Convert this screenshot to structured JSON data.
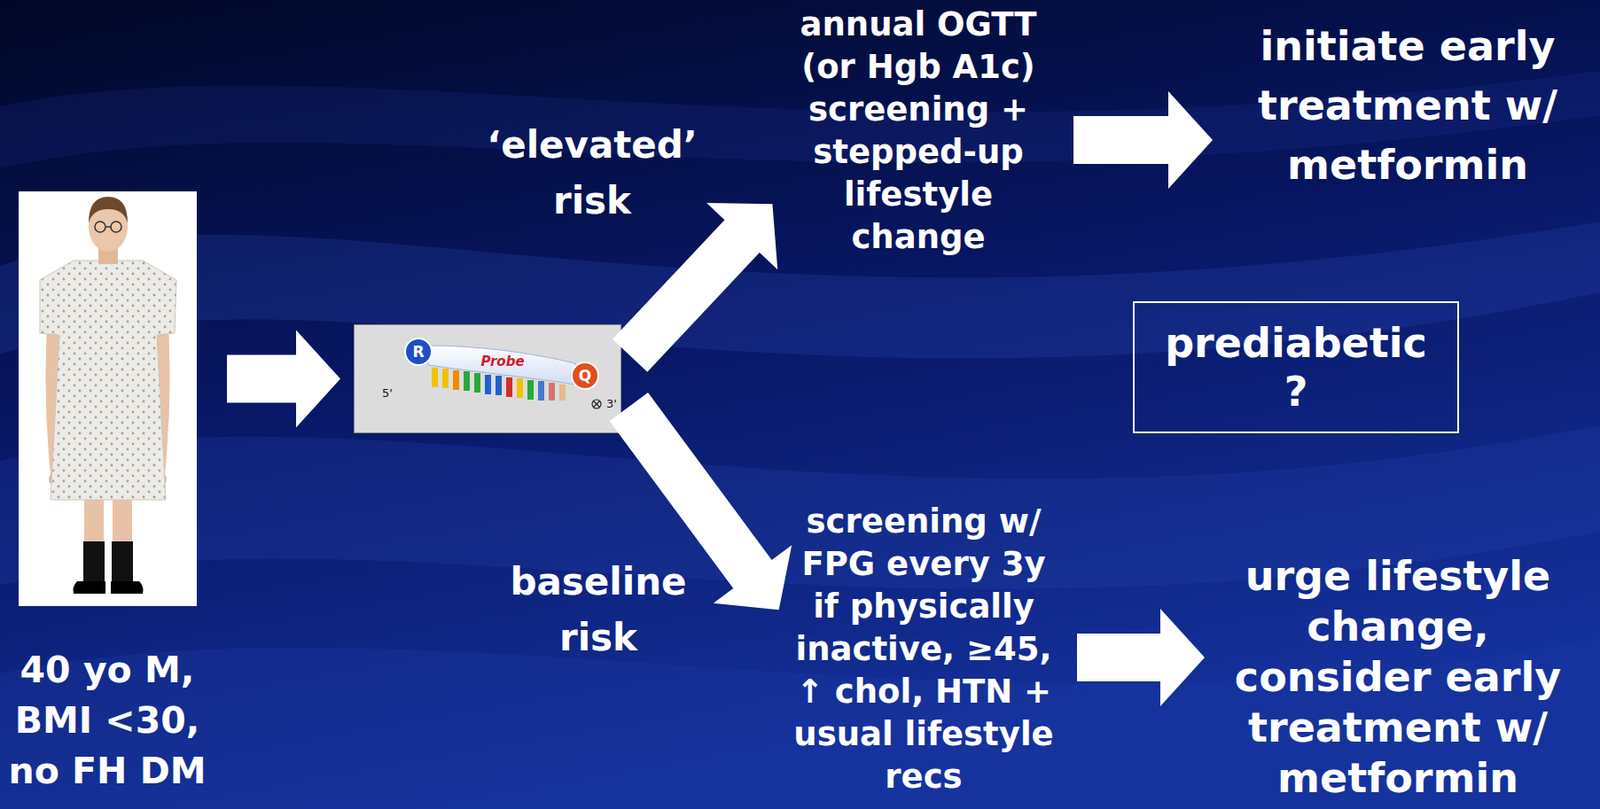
{
  "diagram": {
    "nodes": [
      {
        "text": [
          "40 yo M, BMI <30, no FH DM"
        ]
      },
      {
        "text": [
          "R",
          "Probe",
          "Q",
          "5'",
          "3'"
        ]
      },
      {
        "text": [
          "annual OGTT (or Hgb A1c) screening + stepped-up lifestyle change"
        ]
      },
      {
        "text": [
          "initiate early treatment w/ metformin"
        ]
      },
      {
        "text": [
          "prediabetic ?"
        ]
      },
      {
        "text": [
          "screening w/ FPG every 3y if physically inactive, ≥45, ↑ chol, HTN + usual lifestyle recs"
        ]
      },
      {
        "text": [
          "urge lifestyle change, consider early treatment w/ metformin"
        ]
      }
    ],
    "edges": [
      {
        "from": 0,
        "to": 1,
        "arrow": "to"
      },
      {
        "from": 1,
        "to": 2,
        "arrow": "to",
        "label": "‘elevated’ risk"
      },
      {
        "from": 1,
        "to": 5,
        "arrow": "to",
        "label": "baseline risk"
      },
      {
        "from": 2,
        "to": 3,
        "arrow": "to"
      },
      {
        "from": 5,
        "to": 6,
        "arrow": "to"
      }
    ]
  }
}
